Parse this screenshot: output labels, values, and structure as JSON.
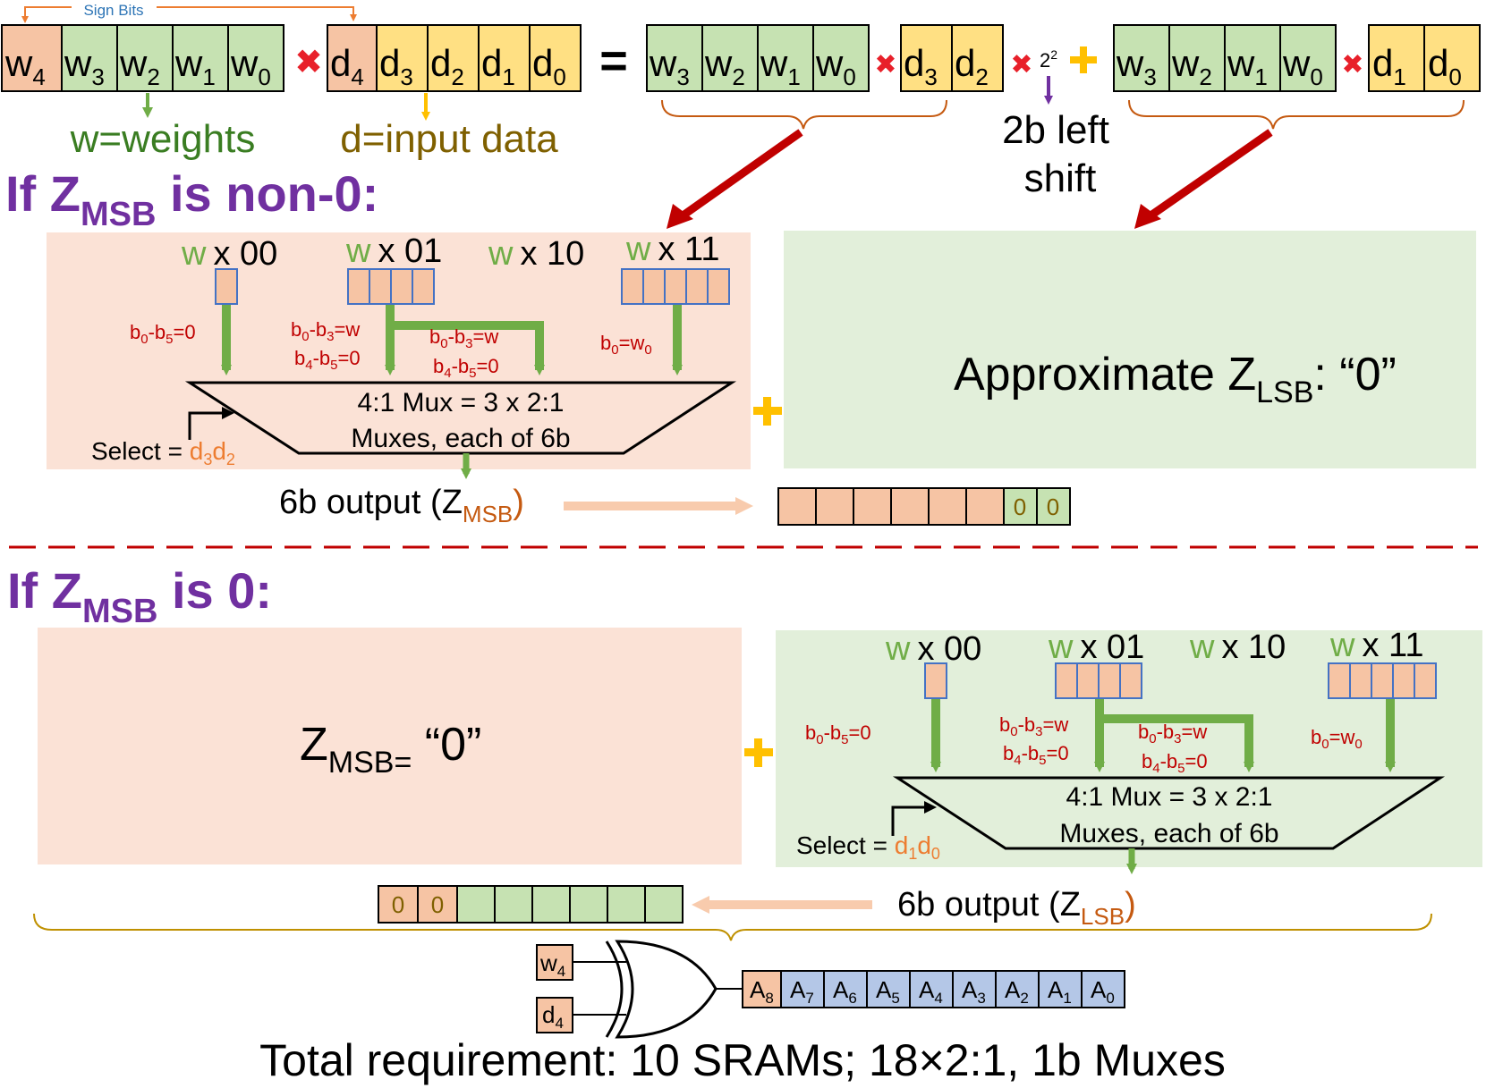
{
  "colors": {
    "weight_fill": "#c6e2b2",
    "data_fill": "#ffe083",
    "sign_fill": "#f6c4a4",
    "panel_salmon": "#fbe2d6",
    "panel_green": "#e2efda",
    "green_arrow": "#70ad47",
    "red_arrow": "#c00000",
    "purple": "#7030a0",
    "orange": "#ed7d31",
    "red_text": "#c00000",
    "blue_text": "#2e75b6",
    "olive_text": "#7f6000",
    "green_text": "#4f8a2b",
    "bracket": "#c55a11",
    "gold_bracket": "#bf9000",
    "plus": "#f0b000",
    "out_fill": "#b4c7e7"
  },
  "top": {
    "sign_bits_label": "Sign Bits",
    "weights_caption": "w=weights",
    "data_caption": "d=input data",
    "equals": "=",
    "times": "✖",
    "pow_base": "2",
    "pow_exp": "2",
    "shift_line1": "2b left",
    "shift_line2": "shift"
  },
  "section1": {
    "title_prefix": "If Z",
    "title_sub": "MSB",
    "title_suffix": " is non-0:",
    "approx_prefix": "Approximate Z",
    "approx_sub": "LSB",
    "approx_suffix": ": “0”",
    "output_prefix": "6b output (Z",
    "output_sub": "MSB",
    "output_suffix": ")",
    "result_bits": [
      "0",
      "0"
    ]
  },
  "section2": {
    "title_prefix": "If Z",
    "title_sub": "MSB",
    "title_suffix": " is 0:",
    "zero_prefix": "Z",
    "zero_sub": "MSB=",
    "zero_suffix": " “0”",
    "output_prefix": "6b output (Z",
    "output_sub": "LSB",
    "output_suffix": ")",
    "result_bits": [
      "0",
      "0"
    ]
  },
  "mux": {
    "line1": "4:1 Mux = 3 x 2:1",
    "line2": "Muxes, each of 6b",
    "select_label": "Select = ",
    "inputs": [
      "x 00",
      "x 01",
      "x 10",
      "x 11"
    ],
    "w_letter": "w"
  },
  "footer": {
    "gate_in1": "w",
    "gate_in1_sub": "4",
    "gate_in2": "d",
    "gate_in2_sub": "4",
    "total": "Total requirement: 10 SRAMs; 18×2:1, 1b Muxes"
  }
}
